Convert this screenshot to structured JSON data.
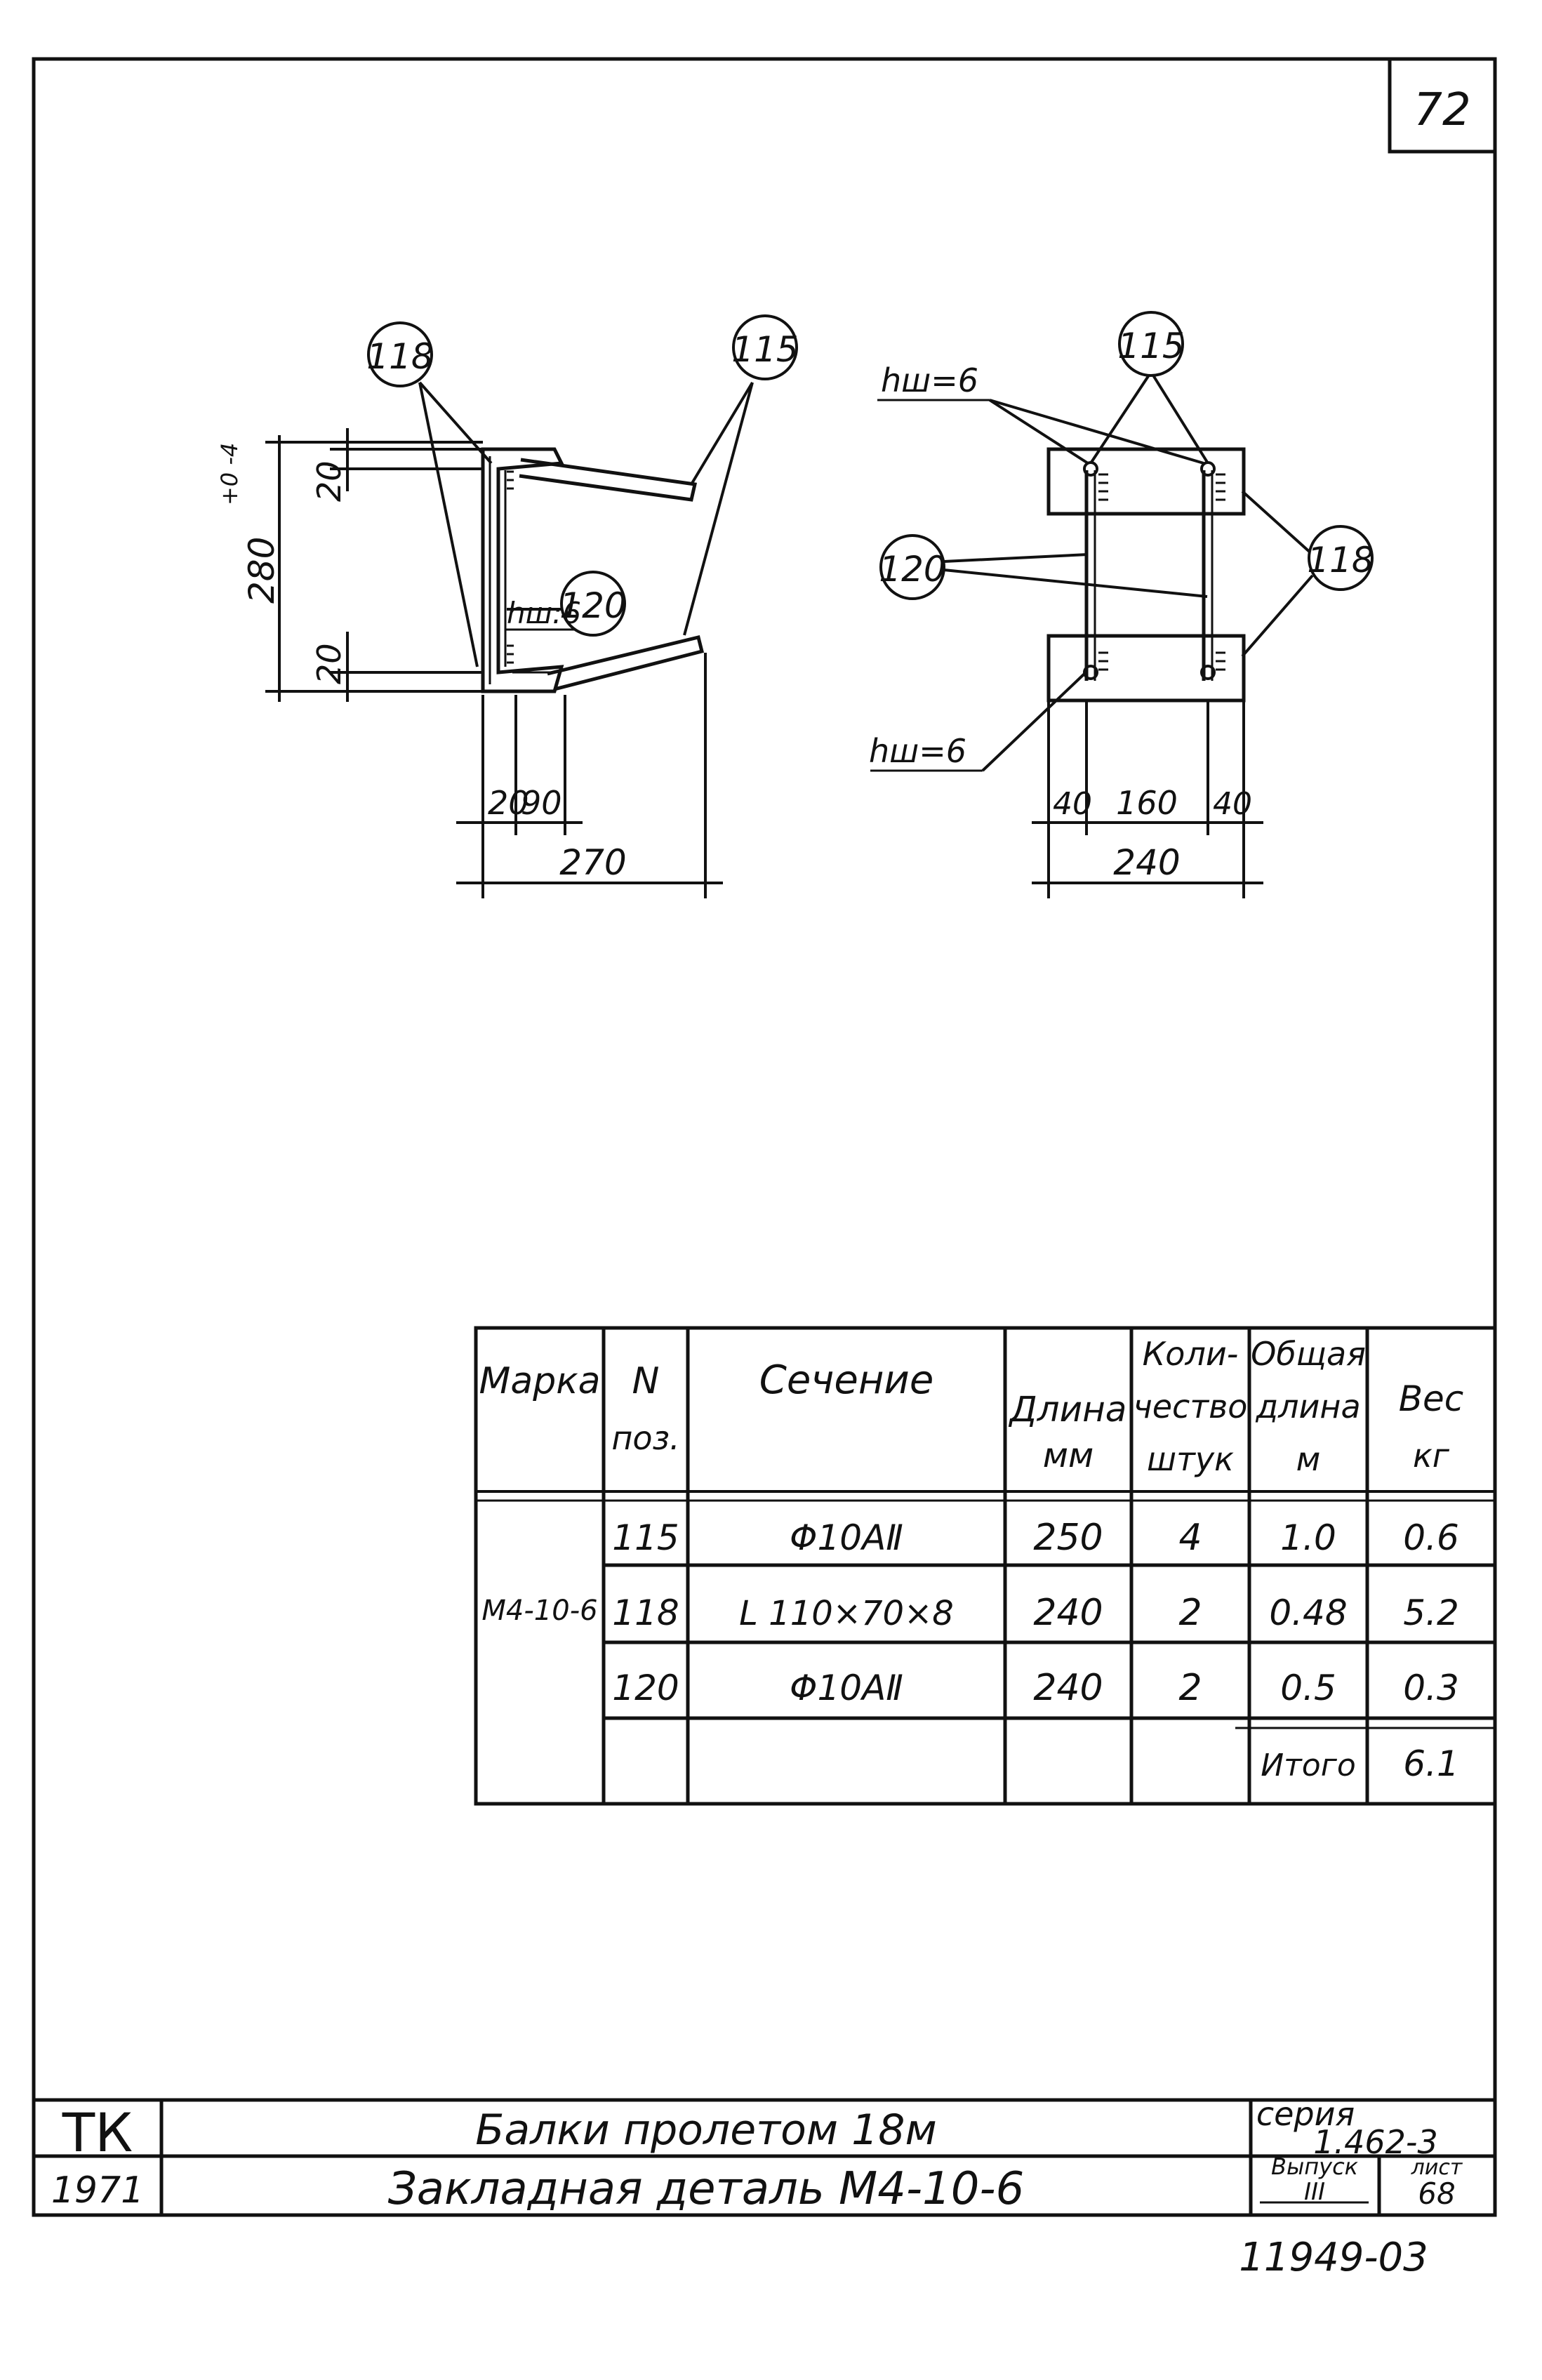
{
  "sheet_number": "72",
  "left_view": {
    "callouts": [
      "118",
      "115",
      "120"
    ],
    "weld_label": "hш:6",
    "dims": {
      "height_total": "280",
      "tolerance": "+0 -4",
      "flange_top": "20",
      "flange_bottom": "20",
      "bottom_a": "20",
      "bottom_b": "90",
      "bottom_total": "270"
    }
  },
  "right_view": {
    "callouts": [
      "115",
      "120",
      "118"
    ],
    "weld_top": "hш=6",
    "weld_bottom": "hш=6",
    "dims": {
      "d1": "40",
      "d2": "160",
      "d3": "40",
      "total": "240"
    }
  },
  "table": {
    "headers": {
      "marka": "Марка",
      "pos_1": "N",
      "pos_2": "поз.",
      "section": "Сечение",
      "length_1": "Длина",
      "length_2": "мм",
      "qty_1": "Коли-",
      "qty_2": "чество",
      "qty_3": "штук",
      "total_len_1": "Общая",
      "total_len_2": "длина",
      "total_len_3": "м",
      "weight_1": "Вес",
      "weight_2": "кг"
    },
    "marka_value": "М4-10-6",
    "rows": [
      {
        "pos": "115",
        "section": "Φ10АⅡ",
        "length": "250",
        "qty": "4",
        "total_len": "1.0",
        "weight": "0.6"
      },
      {
        "pos": "118",
        "section": "L 110×70×8",
        "length": "240",
        "qty": "2",
        "total_len": "0.48",
        "weight": "5.2"
      },
      {
        "pos": "120",
        "section": "Φ10АⅡ",
        "length": "240",
        "qty": "2",
        "total_len": "0.5",
        "weight": "0.3"
      }
    ],
    "total_label": "Итого",
    "total_value": "6.1"
  },
  "title_block": {
    "org": "ТК",
    "year": "1971",
    "title_1": "Балки пролетом 18м",
    "title_2": "Закладная деталь М4-10-6",
    "series_label": "серия",
    "series_value": "1.462-3",
    "issue_label": "Выпуск",
    "issue_value": "III",
    "sheet_label": "лист",
    "sheet_value": "68"
  },
  "archive_number": "11949-03"
}
